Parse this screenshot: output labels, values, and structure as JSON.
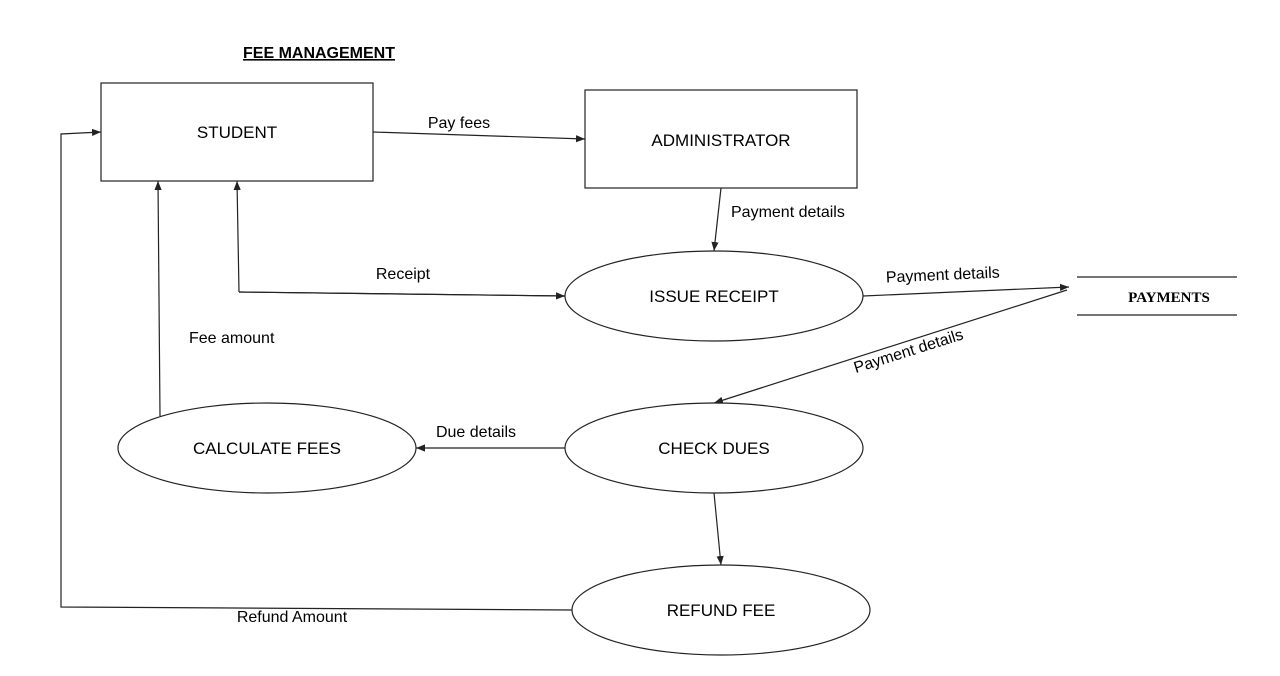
{
  "diagram": {
    "title": "FEE MANAGEMENT",
    "entities": {
      "student": "STUDENT",
      "administrator": "ADMINISTRATOR"
    },
    "processes": {
      "issue_receipt": "ISSUE RECEIPT",
      "check_dues": "CHECK DUES",
      "calculate_fees": "CALCULATE FEES",
      "refund_fee": "REFUND FEE"
    },
    "data_store": {
      "payments": "PAYMENTS"
    },
    "flows": {
      "pay_fees": "Pay fees",
      "payment_details_admin": "Payment details",
      "receipt": "Receipt",
      "payment_details_store": "Payment details",
      "payment_details_check": "Payment details",
      "due_details": "Due details",
      "fee_amount": "Fee amount",
      "refund_amount": "Refund Amount"
    }
  }
}
